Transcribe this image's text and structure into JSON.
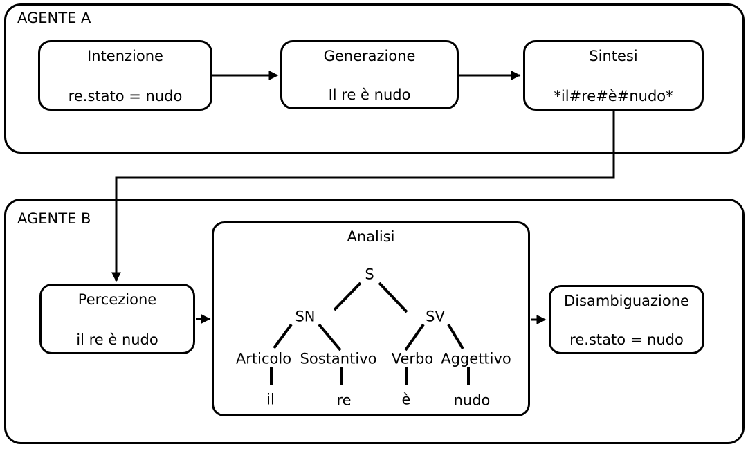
{
  "colors": {
    "stroke": "#000000",
    "background": "#ffffff"
  },
  "agent_a": {
    "label": "AGENTE A",
    "intention": {
      "title": "Intenzione",
      "value": "re.stato = nudo"
    },
    "generation": {
      "title": "Generazione",
      "value": "Il re è nudo"
    },
    "synthesis": {
      "title": "Sintesi",
      "value": "*il#re#è#nudo*"
    }
  },
  "agent_b": {
    "label": "AGENTE B",
    "perception": {
      "title": "Percezione",
      "value": "il re è nudo"
    },
    "analysis": {
      "title": "Analisi",
      "tree": {
        "sentence": "S",
        "noun_phrase": "SN",
        "verb_phrase": "SV",
        "article": "Articolo",
        "noun": "Sostantivo",
        "verb": "Verbo",
        "adjective": "Aggettivo",
        "word_article": "il",
        "word_noun": "re",
        "word_verb": "è",
        "word_adjective": "nudo"
      }
    },
    "disambiguation": {
      "title": "Disambiguazione",
      "value": "re.stato = nudo"
    }
  }
}
